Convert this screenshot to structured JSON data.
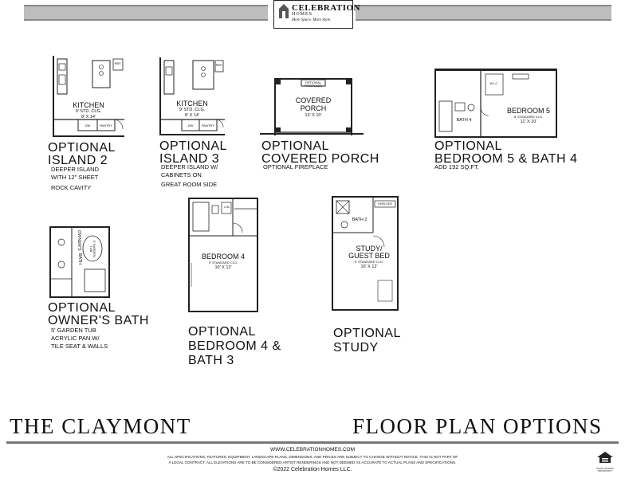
{
  "header": {
    "brand": "CELEBRATION",
    "brand_sub": "HOMES",
    "tagline": "More Space. More Style."
  },
  "options": [
    {
      "id": "island2",
      "title_lines": [
        "Optional",
        "Island 2"
      ],
      "desc_lines": [
        "Deeper Island",
        "With 12\" Sheet",
        "Rock Cavity"
      ],
      "plan": {
        "room": "Kitchen",
        "clg": "9' Std. Clg.",
        "size": "8' x 14'",
        "labels": [
          "Pantry",
          "Ref.",
          "DW"
        ]
      }
    },
    {
      "id": "island3",
      "title_lines": [
        "Optional",
        "Island 3"
      ],
      "desc_lines": [
        "Deeper Island w/",
        "Cabinets on",
        "Great Room side"
      ],
      "plan": {
        "room": "Kitchen",
        "clg": "9' Std. Clg.",
        "size": "8' x 14'",
        "labels": [
          "Pantry",
          "Ref.",
          "DW"
        ]
      }
    },
    {
      "id": "porch",
      "title_lines": [
        "Optional",
        "Covered Porch"
      ],
      "desc_lines": [
        "Optional Fireplace"
      ],
      "plan": {
        "room_lines": [
          "Covered",
          "Porch"
        ],
        "size": "13' x 10'",
        "labels": [
          "Optional Fireplace"
        ]
      }
    },
    {
      "id": "bed5",
      "title_lines": [
        "Optional",
        "Bedroom 5 & Bath 4"
      ],
      "desc_lines": [
        "Add 192 sq.ft."
      ],
      "plan": {
        "room": "Bedroom 5",
        "clg": "8' Standard Clg.",
        "size": "11' x 10'",
        "labels": [
          "Bath 4",
          "W.I.C."
        ]
      }
    },
    {
      "id": "ownersbath",
      "title_lines": [
        "Optional",
        "Owner's Bath"
      ],
      "desc_lines": [
        "5' Garden Tub",
        "Acrylic Pan w/",
        "Tile Seat & Walls"
      ],
      "plan": {
        "room_lines": [
          "Owner's",
          "Bath"
        ],
        "labels": [
          "5' Garden Tub"
        ]
      }
    },
    {
      "id": "bed4",
      "title_lines": [
        "Optional",
        "Bedroom 4 &",
        "Bath 3"
      ],
      "desc_lines": [],
      "plan": {
        "room": "Bedroom 4",
        "clg": "9' Standard Clg.",
        "size": "10' x 12'",
        "labels": [
          "Lin."
        ]
      }
    },
    {
      "id": "study",
      "title_lines": [
        "Optional",
        "Study"
      ],
      "desc_lines": [],
      "plan": {
        "room_lines": [
          "Study/",
          "Guest Bed"
        ],
        "clg": "9' Standard Clg.",
        "size": "10' x 12'",
        "labels": [
          "Bath 2",
          "Shelves"
        ]
      }
    }
  ],
  "footer": {
    "left_title": "The Claymont",
    "right_title": "Floor Plan Options",
    "website": "www.celebrationhomes.com",
    "disclaimer_1": "All specifications, features, equipment, landscape plans, dimensions, and prices are subject to change without notice. This is not part of",
    "disclaimer_2": "a legal contract. All elevations are to be considered artist renderings and not deemed as accurate to actual plans and specifications.",
    "copyright": "©2022 Celebration Homes LLC.",
    "eho_label": "Equal Housing Opportunity"
  }
}
